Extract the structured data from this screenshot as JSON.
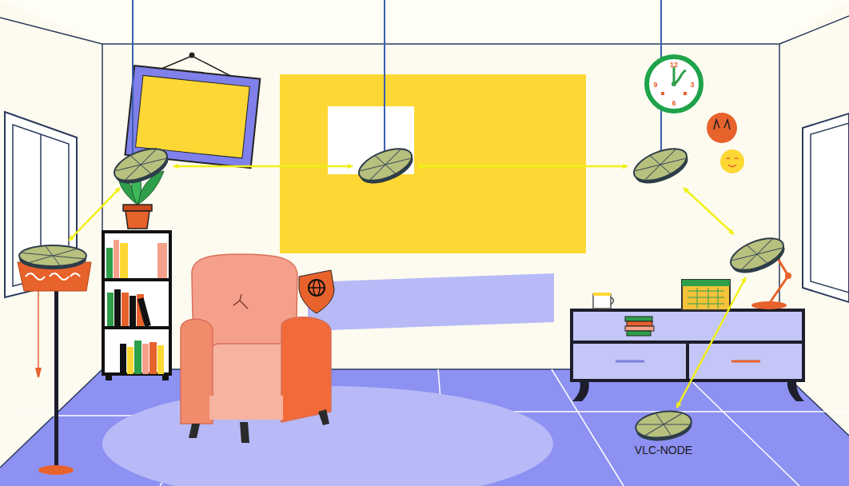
{
  "diagram": {
    "nodes": [
      {
        "text": []
      },
      {
        "text": []
      },
      {
        "text": []
      },
      {
        "text": []
      },
      {
        "text": []
      },
      {
        "text": [
          "VLC-NODE"
        ]
      }
    ],
    "edges": [
      {
        "from": 0,
        "to": 1,
        "arrow": "both"
      },
      {
        "from": 1,
        "to": 2,
        "arrow": "both"
      },
      {
        "from": 2,
        "to": 4,
        "arrow": "both"
      },
      {
        "from": 4,
        "to": 5,
        "arrow": "both"
      },
      {
        "from": 0,
        "to": 3,
        "arrow": "both"
      }
    ],
    "labels": [
      "12",
      "3",
      "6",
      "9"
    ]
  }
}
